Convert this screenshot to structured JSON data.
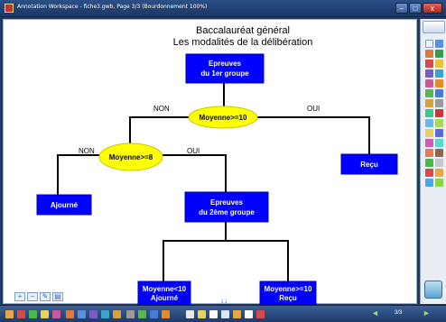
{
  "window": {
    "title": "Annotation Workspace - fiche3.gwb, Page 3/3  (Bourdonnement 100%)",
    "minimize": "–",
    "maximize": "□",
    "close": "x"
  },
  "document": {
    "title_line1": "Baccalauréat général",
    "title_line2": "Les modalités de la délibération"
  },
  "flowchart": {
    "colors": {
      "box_fill": "#0000ff",
      "box_text": "#ffffff",
      "decision_fill": "#ffff00",
      "decision_text": "#000000",
      "line": "#000000"
    },
    "nodes": {
      "groupe1_line1": "Epreuves",
      "groupe1_line2": "du 1er groupe",
      "decision1": "Moyenne>=10",
      "recu": "Reçu",
      "decision2": "Moyenne>=8",
      "ajourne": "Ajourné",
      "groupe2_line1": "Epreuves",
      "groupe2_line2": "du 2ème groupe",
      "final_fail_line1": "Moyenne<10",
      "final_fail_line2": "Ajourné",
      "final_pass_line1": "Moyenne>=10",
      "final_pass_line2": "Reçu"
    },
    "edges": {
      "decision1_no": "NON",
      "decision1_yes": "OUI",
      "decision2_no": "NON",
      "decision2_yes": "OUI"
    }
  },
  "status": {
    "page": "3/3",
    "collapse_icon": "↓↓"
  },
  "icons": {
    "canvas_tools": [
      "zoom-in-icon",
      "minus-icon",
      "edit-icon",
      "page-icon"
    ],
    "nav_prev": "◄",
    "nav_next": "►"
  }
}
